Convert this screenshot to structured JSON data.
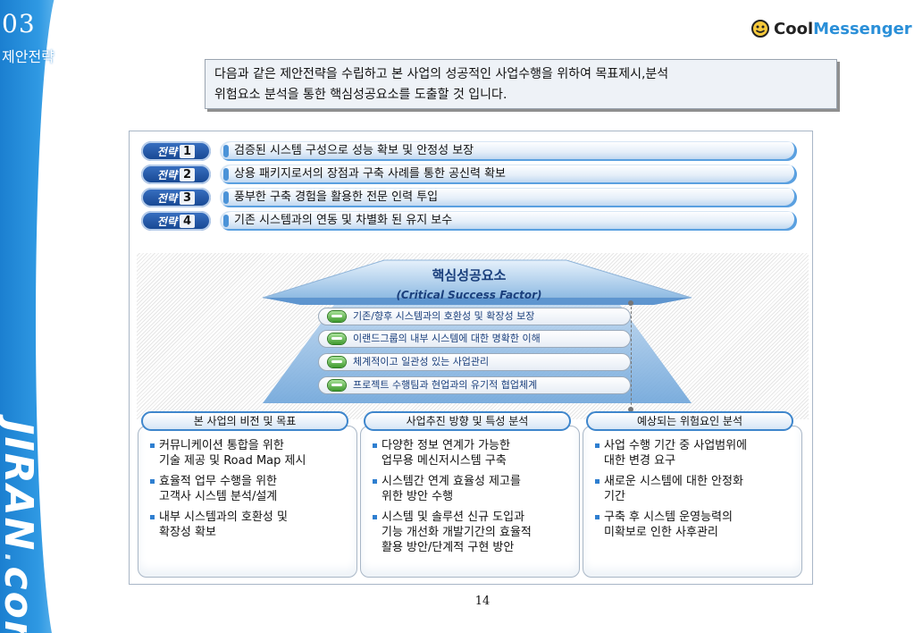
{
  "section": {
    "number": "03",
    "title": "제안전략"
  },
  "brand_vertical": {
    "name": "JIRAN",
    "suffix": "com"
  },
  "logo": {
    "part1": "Cool",
    "part2": "Messenger"
  },
  "intro": {
    "line1": "다음과 같은 제안전략을 수립하고 본 사업의 성공적인 사업수행을 위하여 목표제시,분석",
    "line2": "위험요소 분석을 통한 핵심성공요소를 도출할 것 입니다."
  },
  "strategies": [
    {
      "label": "전략",
      "num": "1",
      "text": "검증된 시스템 구성으로 성능 확보 및 안정성 보장"
    },
    {
      "label": "전략",
      "num": "2",
      "text": "상용 패키지로서의 장점과 구축 사례를 통한 공신력 확보"
    },
    {
      "label": "전략",
      "num": "3",
      "text": "풍부한 구축 경험을 활용한 전문 인력 투입"
    },
    {
      "label": "전략",
      "num": "4",
      "text": "기존 시스템과의 연동 및 차별화 된 유지 보수"
    }
  ],
  "csf": {
    "title": "핵심성공요소",
    "subtitle": "(Critical Success Factor)",
    "items": [
      "기존/향후 시스템과의 호환성 및 확장성 보장",
      "이랜드그룹의 내부 시스템에 대한 명확한 이해",
      "체계적이고 일관성 있는 사업관리",
      "프로젝트 수행팀과 현업과의 유기적 협업체계"
    ]
  },
  "columns": [
    {
      "title": "본 사업의 비전 및 목표",
      "items": [
        "커뮤니케이션 통합을 위한\n기술 제공 및 Road Map 제시",
        "효율적 업무 수행을 위한\n고객사 시스템 분석/설계",
        "내부 시스템과의 호환성 및\n확장성 확보"
      ]
    },
    {
      "title": "사업추진 방향 및 특성 분석",
      "items": [
        "다양한 정보 연계가 가능한\n업무용 메신저시스템 구축",
        "시스템간 연계 효율성 제고를\n위한 방안 수행",
        "시스템 및 솔루션 신규 도입과\n기능 개선화 개발기간의 효율적\n활용 방안/단계적 구현 방안"
      ]
    },
    {
      "title": "예상되는 위험요인 분석",
      "items": [
        "사업 수행 기간 중 사업범위에\n대한 변경 요구",
        "새로운 시스템에 대한 안정화\n기간",
        "구축 후 시스템 운영능력의\n미확보로 인한 사후관리"
      ]
    }
  ],
  "page_number": "14",
  "colors": {
    "accent": "#2a8fd8",
    "sidebar": "#1b7fd0",
    "pill": "#15458f"
  },
  "icons": {
    "logo": "smiley-icon",
    "csf_item": "capsule-icon"
  }
}
